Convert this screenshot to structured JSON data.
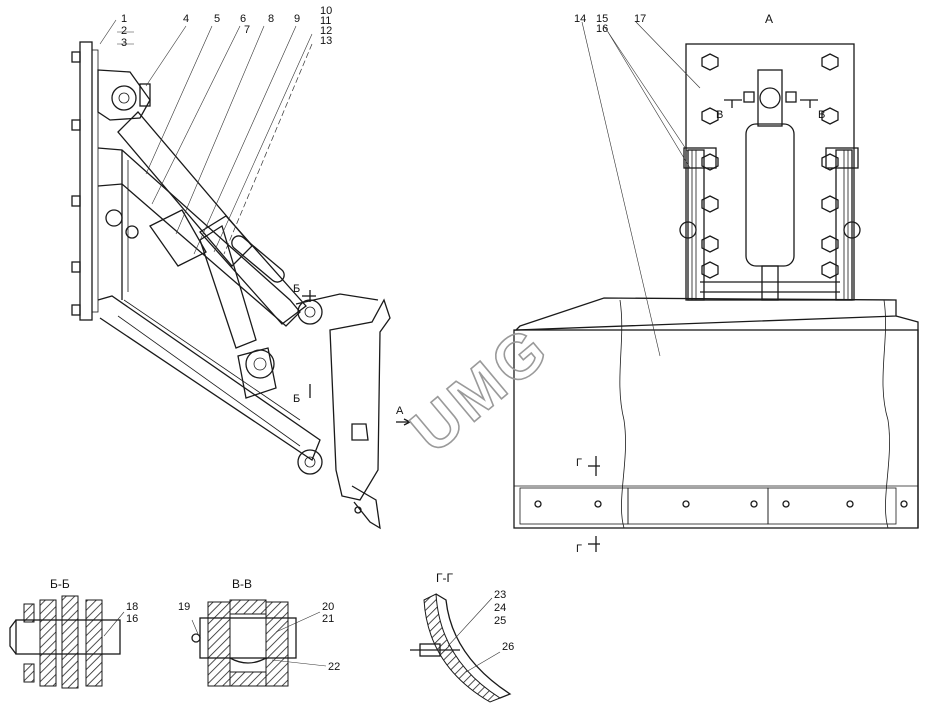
{
  "view_labels": {
    "view_a": "А",
    "section_bb": "Б-Б",
    "section_vv": "В-В",
    "section_gg": "Г-Г"
  },
  "section_marks": {
    "b_top": "Б",
    "b_bottom": "Б",
    "v_left": "В",
    "v_right": "В",
    "g_top": "Г",
    "g_bottom": "Г",
    "arrow_a": "А"
  },
  "side_view_callouts": [
    "1",
    "2",
    "3",
    "4",
    "5",
    "6",
    "7",
    "8",
    "9",
    "10",
    "11",
    "12",
    "13"
  ],
  "front_view_callouts": [
    "14",
    "15",
    "16",
    "17"
  ],
  "section_bb_callouts": [
    "18",
    "16"
  ],
  "section_vv_callouts": [
    "19",
    "20",
    "21",
    "22"
  ],
  "section_gg_callouts": [
    "23",
    "24",
    "25",
    "26"
  ],
  "watermark": "UMG"
}
